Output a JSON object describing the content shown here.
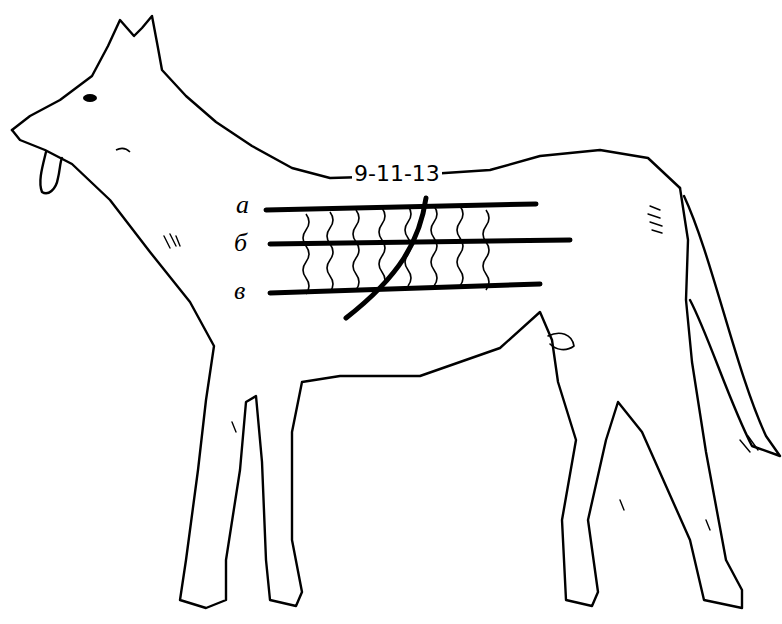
{
  "diagram": {
    "labels": [
      "9-11-13",
      "а",
      "б",
      "в"
    ]
  }
}
